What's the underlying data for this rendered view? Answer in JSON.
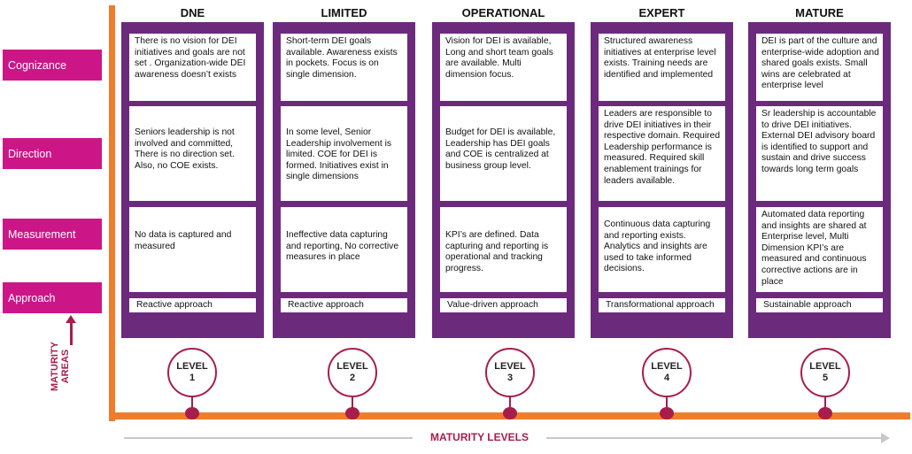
{
  "areas": [
    "Cognizance",
    "Direction",
    "Measurement",
    "Approach"
  ],
  "levels": [
    {
      "title": "DNE",
      "level_word": "LEVEL",
      "level_num": "1",
      "cognizance": "There is no vision for DEI initiatives and goals are not set .  Organization-wide DEI awareness doesn’t exists",
      "direction": "Seniors leadership is not involved and committed, There is no direction set. Also, no COE exists.",
      "measurement": "No data is captured and measured",
      "approach": "Reactive approach"
    },
    {
      "title": "LIMITED",
      "level_word": "LEVEL",
      "level_num": "2",
      "cognizance": "Short-term DEI goals available. Awareness exists in pockets. Focus is on single dimension.",
      "direction": "In some level, Senior Leadership involvement is limited. COE for DEI is formed. Initiatives exist in single dimensions",
      "measurement": "Ineffective data capturing and reporting, No corrective measures in place",
      "approach": "Reactive approach"
    },
    {
      "title": "OPERATIONAL",
      "level_word": "LEVEL",
      "level_num": "3",
      "cognizance": "Vision for DEI is available, Long and short team goals are available. Multi dimension focus.",
      "direction": "Budget for DEI is available, Leadership has DEI goals and COE  is centralized at business group level.",
      "measurement": " KPI’s are defined. Data capturing and reporting is operational and tracking progress.",
      "approach": "Value-driven approach"
    },
    {
      "title": "EXPERT",
      "level_word": "LEVEL",
      "level_num": "4",
      "cognizance": "Structured awareness initiatives at  enterprise level exists. Training needs are identified and implemented",
      "direction": "Leaders are responsible to drive DEI initiatives in their respective domain. Required Leadership performance is measured. Required skill enablement trainings for leaders available.",
      "measurement": "Continuous data capturing and reporting exists. Analytics and insights are used to take informed decisions.",
      "approach": "Transformational approach"
    },
    {
      "title": "MATURE",
      "level_word": "LEVEL",
      "level_num": "5",
      "cognizance": "DEI is part of the culture and enterprise-wide adoption and shared goals exists. Small wins are celebrated at enterprise level",
      "direction": "Sr leadership is accountable to drive DEI initiatives. External DEI advisory board is identified to support and sustain and drive success towards long term goals",
      "measurement": "Automated data reporting and insights are shared at Enterprise level, Multi Dimension KPI’s are measured and continuous corrective actions are in place",
      "approach": "Sustainable approach"
    }
  ],
  "axis": {
    "maturity_areas_line1": "MATURITY",
    "maturity_areas_line2": "AREAS",
    "maturity_levels": "MATURITY LEVELS"
  },
  "colors": {
    "purple": "#6c2a7d",
    "magenta": "#cc1688",
    "orange": "#ef7d2c",
    "crimson": "#a71e4c"
  }
}
